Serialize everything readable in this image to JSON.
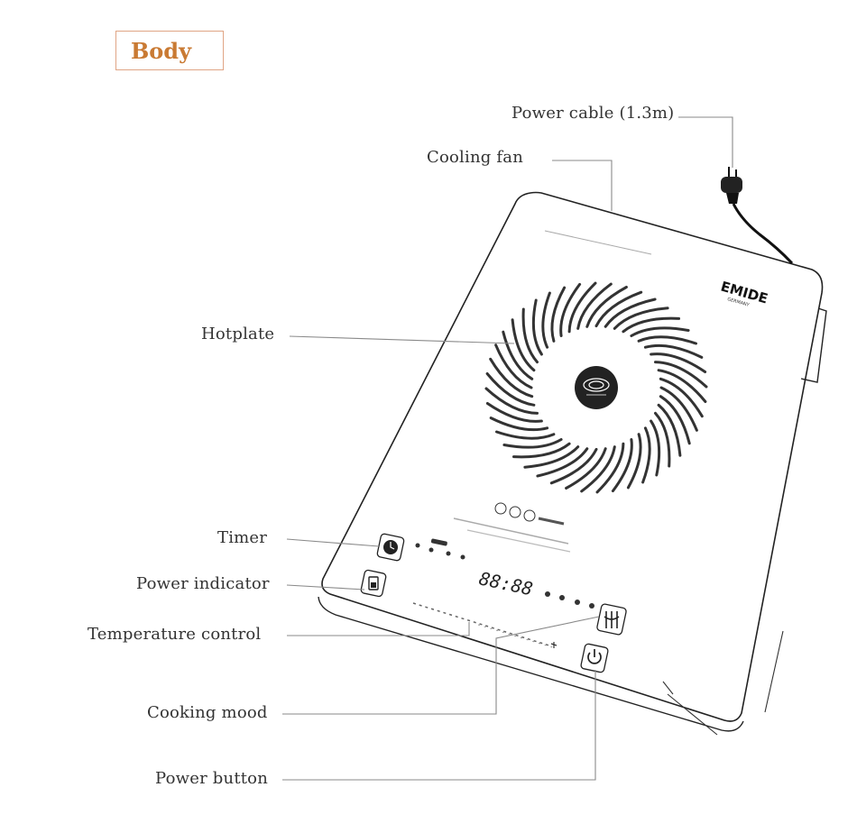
{
  "title": "Body",
  "labels": {
    "power_cable": "Power cable (1.3m)",
    "cooling_fan": "Cooling fan",
    "hotplate": "Hotplate",
    "timer": "Timer",
    "power_indicator": "Power indicator",
    "temperature_control": "Temperature control",
    "cooling_mood": "Cooking mood",
    "power_button": "Power button"
  },
  "device": {
    "brand": "EMIDE",
    "brand_sub": "GERMANY",
    "display": "88:88"
  },
  "colors": {
    "title_text": "#c97a33",
    "title_border": "#e0a585",
    "line": "#333333",
    "leader": "#8a8a8a"
  }
}
